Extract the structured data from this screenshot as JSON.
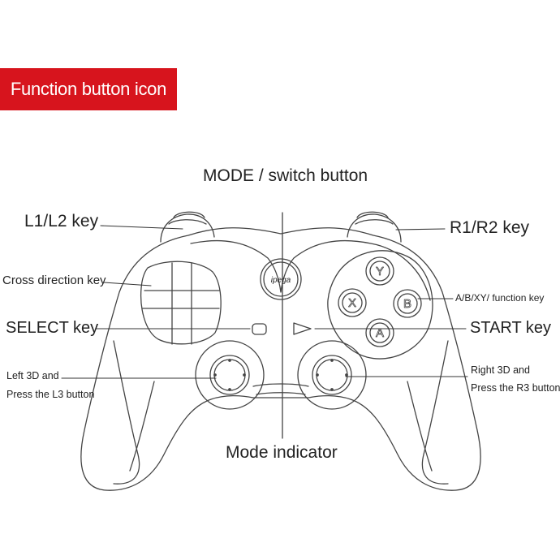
{
  "banner": {
    "title": "Function button icon",
    "color": "#d7141d"
  },
  "labels": {
    "mode": "MODE / switch button",
    "l1l2": "L1/L2 key",
    "r1r2": "R1/R2 key",
    "cross": "Cross direction key",
    "abxy": "A/B/XY/ function key",
    "select": "SELECT key",
    "start": "START key",
    "left3d_1": "Left 3D and",
    "left3d_2": "Press the L3 button",
    "right3d_1": "Right 3D and",
    "right3d_2": "Press the R3 button",
    "mode_indicator": "Mode indicator"
  },
  "buttons": {
    "y": "Y",
    "x": "X",
    "b": "B",
    "a": "A"
  },
  "logo": "ipega"
}
